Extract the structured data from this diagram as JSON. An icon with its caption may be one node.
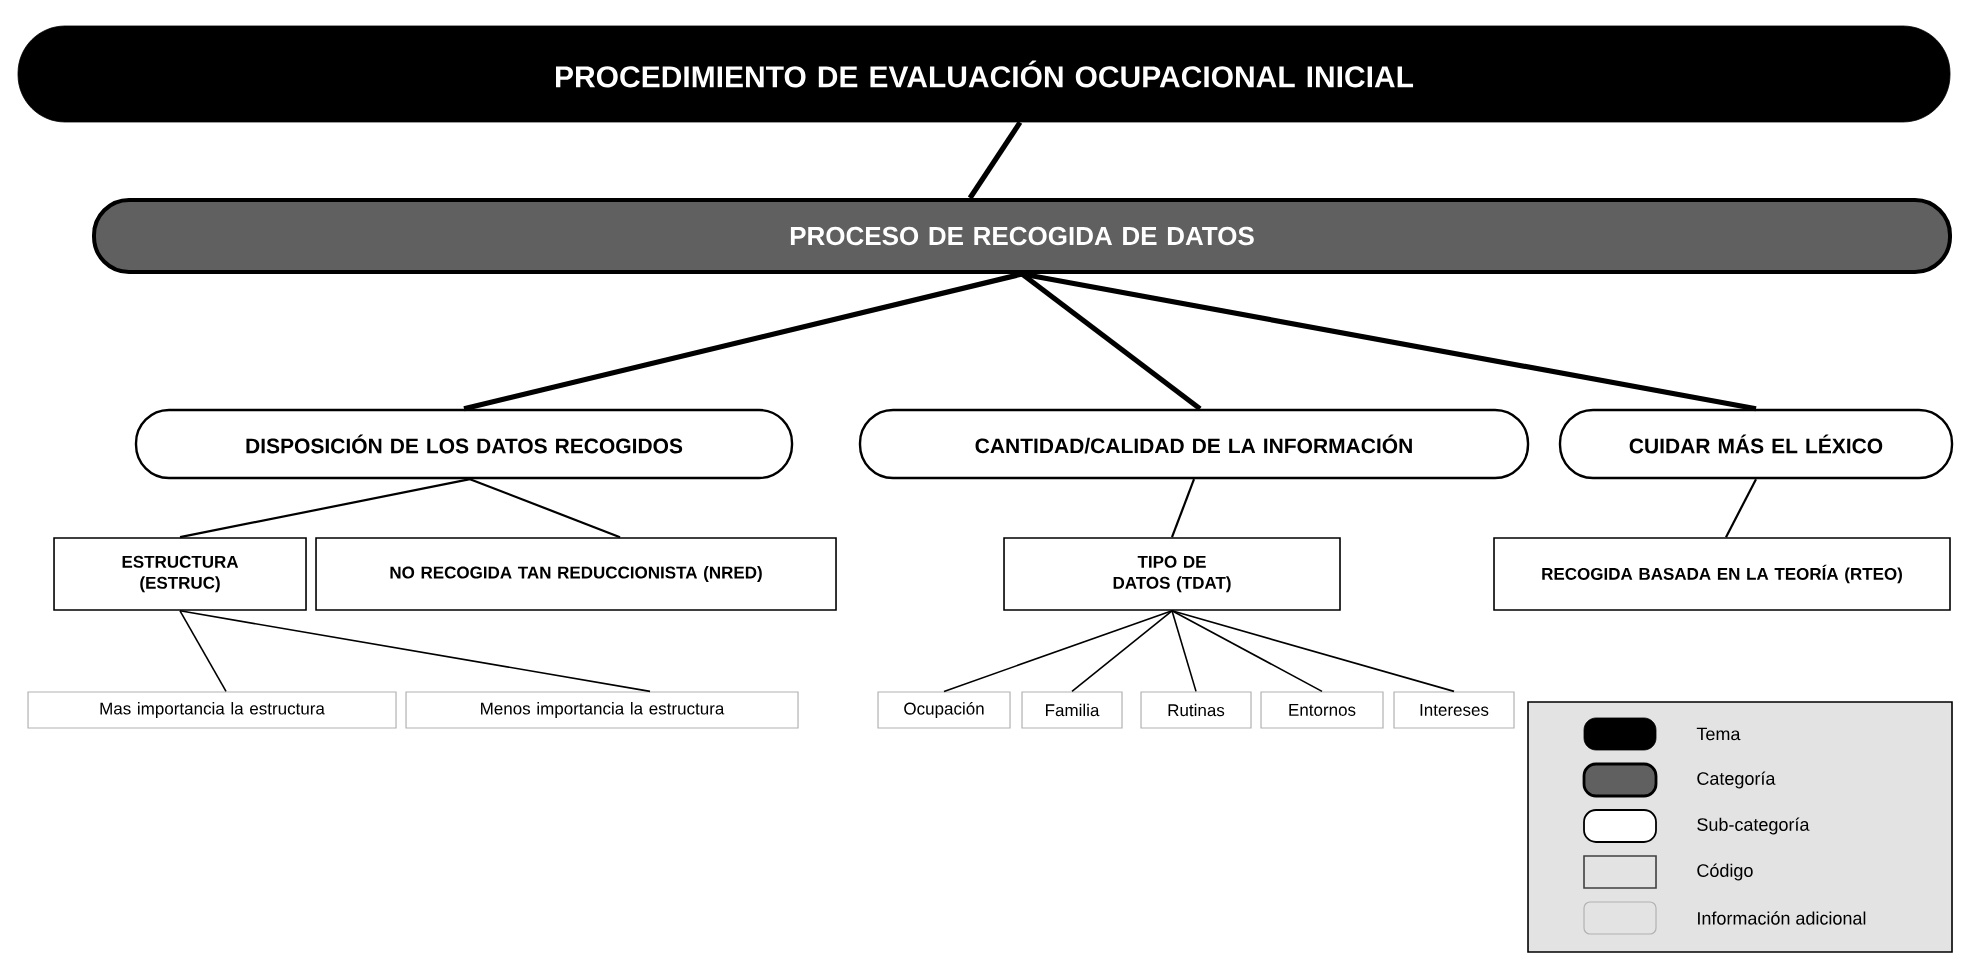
{
  "diagram": {
    "nodes": [
      {
        "text": [
          "PROCEDIMIENTO DE EVALUACIÓN OCUPACIONAL INICIAL"
        ]
      },
      {
        "text": [
          "PROCESO DE RECOGIDA DE DATOS"
        ]
      },
      {
        "text": [
          "DISPOSICIÓN DE LOS DATOS RECOGIDOS"
        ]
      },
      {
        "text": [
          "CANTIDAD/CALIDAD DE LA INFORMACIÓN"
        ]
      },
      {
        "text": [
          "CUIDAR MÁS EL LÉXICO"
        ]
      },
      {
        "text": [
          "ESTRUCTURA (ESTRUC)"
        ]
      },
      {
        "text": [
          "NO RECOGIDA TAN REDUCCIONISTA (NRED)"
        ]
      },
      {
        "text": [
          "TIPO DE DATOS (TDAT)"
        ]
      },
      {
        "text": [
          "RECOGIDA BASADA EN LA TEORÍA (RTEO)"
        ]
      },
      {
        "text": [
          "Mas importancia la estructura"
        ]
      },
      {
        "text": [
          "Menos importancia la estructura"
        ]
      },
      {
        "text": [
          "Ocupación"
        ]
      },
      {
        "text": [
          "Familia"
        ]
      },
      {
        "text": [
          "Rutinas"
        ]
      },
      {
        "text": [
          "Entornos"
        ]
      },
      {
        "text": [
          "Intereses"
        ]
      }
    ],
    "edges": [
      {
        "from": 0,
        "to": 1,
        "arrow": "none",
        "style": "thick"
      },
      {
        "from": 1,
        "to": 2,
        "arrow": "none",
        "style": "thick"
      },
      {
        "from": 1,
        "to": 3,
        "arrow": "none",
        "style": "thick"
      },
      {
        "from": 1,
        "to": 4,
        "arrow": "none",
        "style": "thick"
      },
      {
        "from": 2,
        "to": 5,
        "arrow": "none"
      },
      {
        "from": 2,
        "to": 6,
        "arrow": "none"
      },
      {
        "from": 3,
        "to": 7,
        "arrow": "none"
      },
      {
        "from": 4,
        "to": 8,
        "arrow": "none"
      },
      {
        "from": 5,
        "to": 9,
        "arrow": "none"
      },
      {
        "from": 5,
        "to": 10,
        "arrow": "none"
      },
      {
        "from": 7,
        "to": 11,
        "arrow": "none"
      },
      {
        "from": 7,
        "to": 12,
        "arrow": "none"
      },
      {
        "from": 7,
        "to": 13,
        "arrow": "none"
      },
      {
        "from": 7,
        "to": 14,
        "arrow": "none"
      },
      {
        "from": 7,
        "to": 15,
        "arrow": "none"
      }
    ],
    "legend": [
      {
        "text": "Tema"
      },
      {
        "text": "Categoría"
      },
      {
        "text": "Sub-categoría"
      },
      {
        "text": "Código"
      },
      {
        "text": "Información adicional"
      }
    ]
  }
}
